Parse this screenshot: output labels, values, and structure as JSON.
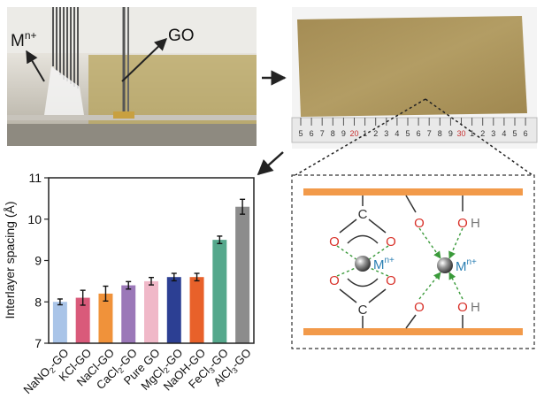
{
  "photo_left": {
    "label_metal": "M",
    "label_metal_sup": "n+",
    "label_go": "GO"
  },
  "photo_right": {
    "ruler_labels": [
      "5",
      "6",
      "7",
      "8",
      "9",
      "20",
      "1",
      "2",
      "3",
      "4",
      "5",
      "6",
      "7",
      "8",
      "9",
      "30",
      "1",
      "2",
      "3",
      "4",
      "5",
      "6"
    ]
  },
  "schematic": {
    "carbon": "C",
    "oxygen": "O",
    "hydroxyl_h": "H",
    "metal": "M",
    "metal_sup": "n+"
  },
  "colors": {
    "sheet": "#f29a4a",
    "oxygen": "#d8322a",
    "metal_label": "#2b7fb3",
    "bond": "#333333",
    "coordination": "#3a9a3a"
  },
  "chart_data": {
    "type": "bar",
    "ylabel": "Interlayer spacing (Å)",
    "ylim": [
      7,
      11
    ],
    "yticks": [
      7,
      8,
      9,
      10,
      11
    ],
    "categories": [
      {
        "pre": "NaNO",
        "sub": "2",
        "post": "-GO"
      },
      {
        "pre": "KCl-GO",
        "sub": "",
        "post": ""
      },
      {
        "pre": "NaCl-GO",
        "sub": "",
        "post": ""
      },
      {
        "pre": "CaCl",
        "sub": "2",
        "post": "-GO"
      },
      {
        "pre": "Pure GO",
        "sub": "",
        "post": ""
      },
      {
        "pre": "MgCl",
        "sub": "2",
        "post": "-GO"
      },
      {
        "pre": "NaOH-GO",
        "sub": "",
        "post": ""
      },
      {
        "pre": "FeCl",
        "sub": "3",
        "post": "-GO"
      },
      {
        "pre": "AlCl",
        "sub": "3",
        "post": "-GO"
      }
    ],
    "values": [
      8.0,
      8.1,
      8.2,
      8.4,
      8.5,
      8.6,
      8.6,
      9.5,
      10.3
    ],
    "errors": [
      0.07,
      0.18,
      0.18,
      0.09,
      0.09,
      0.09,
      0.09,
      0.09,
      0.18
    ],
    "colors": [
      "#a9c4e8",
      "#d95a7a",
      "#f0923a",
      "#9b78b8",
      "#f0b8c8",
      "#2c3f93",
      "#e8612a",
      "#55a88c",
      "#8c8c8c"
    ]
  }
}
